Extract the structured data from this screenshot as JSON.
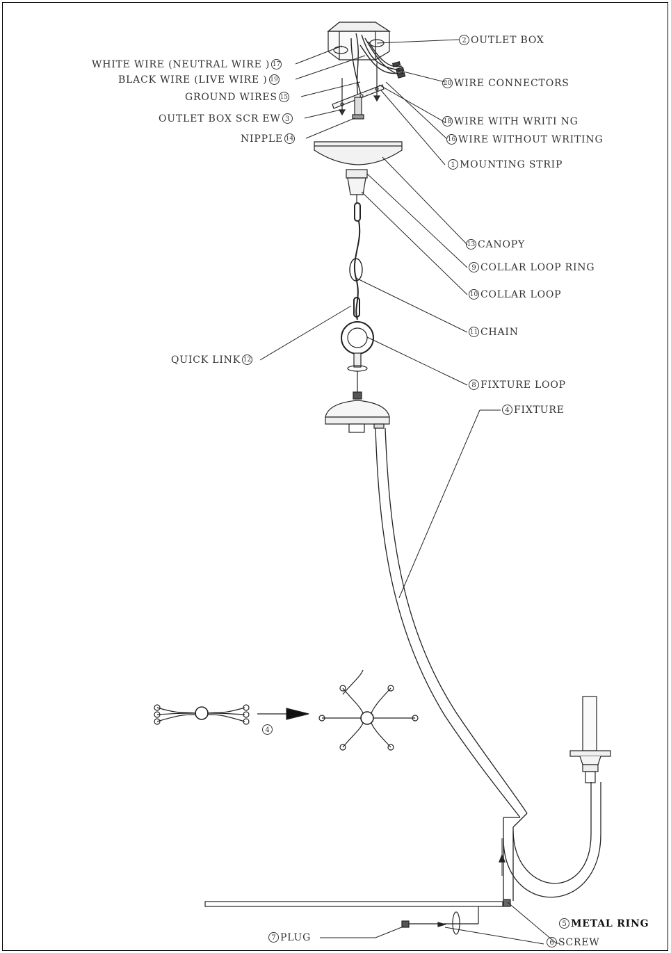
{
  "labels": {
    "l1": {
      "num": "1",
      "text": "MOUNTING STRIP"
    },
    "l2": {
      "num": "2",
      "text": "OUTLET BOX"
    },
    "l3": {
      "num": "3",
      "text": "OUTLET BOX SCR EW"
    },
    "l4": {
      "num": "4",
      "text": "FIXTURE"
    },
    "l4b": {
      "num": "4",
      "text": ""
    },
    "l5": {
      "num": "5",
      "text": "METAL RING"
    },
    "l6": {
      "num": "6",
      "text": "SCREW"
    },
    "l7": {
      "num": "7",
      "text": "PLUG"
    },
    "l8": {
      "num": "8",
      "text": "FIXTURE LOOP"
    },
    "l9": {
      "num": "9",
      "text": "COLLAR LOOP RING"
    },
    "l10": {
      "num": "10",
      "text": "COLLAR LOOP"
    },
    "l11": {
      "num": "11",
      "text": "CHAIN"
    },
    "l12": {
      "num": "12",
      "text": "QUICK LINK"
    },
    "l13": {
      "num": "13",
      "text": "CANOPY"
    },
    "l14": {
      "num": "14",
      "text": "NIPPLE"
    },
    "l15": {
      "num": "15",
      "text": "GROUND WIRES"
    },
    "l16": {
      "num": "16",
      "text": "WIRE WITHOUT WRITING"
    },
    "l17": {
      "num": "17",
      "text": "WHITE WIRE (NEUTRAL WIRE )"
    },
    "l18": {
      "num": "18",
      "text": "WIRE WITH WRITI NG"
    },
    "l19": {
      "num": "19",
      "text": "BLACK WIRE (LIVE WIRE )"
    },
    "l20": {
      "num": "20",
      "text": "WIRE CONNECTORS"
    }
  },
  "icons": {
    "arrow": "arrow-right-icon",
    "hub_collapsed": "arms-collapsed-icon",
    "hub_expanded": "arms-expanded-icon"
  }
}
